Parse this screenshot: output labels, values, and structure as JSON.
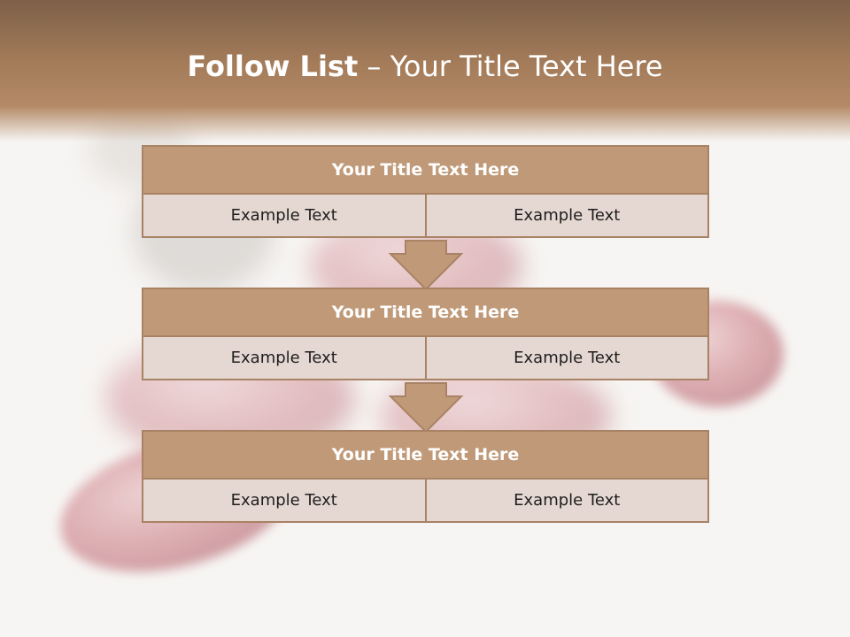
{
  "slide": {
    "title_bold": "Follow List",
    "title_rest": " – Your Title Text Here"
  },
  "blocks": [
    {
      "title": "Your Title Text Here",
      "left": "Example Text",
      "right": "Example Text"
    },
    {
      "title": "Your Title Text Here",
      "left": "Example Text",
      "right": "Example Text"
    },
    {
      "title": "Your Title Text Here",
      "left": "Example Text",
      "right": "Example Text"
    }
  ],
  "colors": {
    "header": "#a47c5a",
    "box_title": "#c09a78",
    "box_cell": "#e5d8d2",
    "border": "#a88264",
    "bean": "#b03040"
  }
}
